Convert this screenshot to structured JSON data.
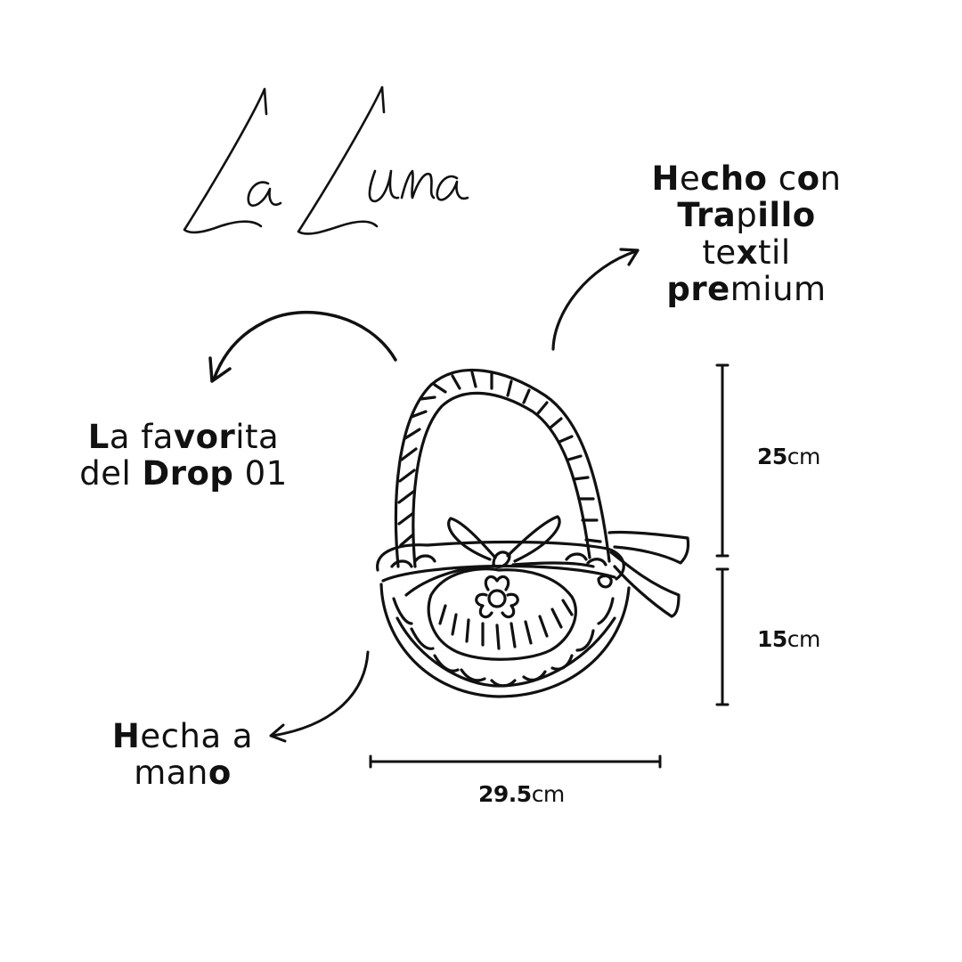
{
  "title": "La Luna",
  "features": {
    "material": {
      "lines": [
        [
          {
            "t": "H",
            "b": true
          },
          {
            "t": "e",
            "b": false
          },
          {
            "t": "cho",
            "b": true
          },
          {
            "t": " c",
            "b": false
          },
          {
            "t": "o",
            "b": true
          },
          {
            "t": "n",
            "b": false
          }
        ],
        [
          {
            "t": "Tra",
            "b": true
          },
          {
            "t": "p",
            "b": false
          },
          {
            "t": "illo",
            "b": true
          }
        ],
        [
          {
            "t": "te",
            "b": false
          },
          {
            "t": "x",
            "b": true
          },
          {
            "t": "til",
            "b": false
          }
        ],
        [
          {
            "t": "pre",
            "b": true
          },
          {
            "t": "mium",
            "b": false
          }
        ]
      ]
    },
    "favorite": {
      "lines": [
        [
          {
            "t": "L",
            "b": true
          },
          {
            "t": "a fa",
            "b": false
          },
          {
            "t": "vor",
            "b": true
          },
          {
            "t": "ita",
            "b": false
          }
        ],
        [
          {
            "t": "del ",
            "b": false
          },
          {
            "t": "Drop",
            "b": true
          },
          {
            "t": " 01",
            "b": false
          }
        ]
      ]
    },
    "handmade": {
      "lines": [
        [
          {
            "t": "H",
            "b": true
          },
          {
            "t": "e",
            "b": false
          },
          {
            "t": "cha a",
            "b": false
          }
        ],
        [
          {
            "t": "man",
            "b": false
          },
          {
            "t": "o",
            "b": true
          }
        ]
      ]
    }
  },
  "dimensions": {
    "height_top": {
      "value": "25",
      "unit": "cm"
    },
    "height_bottom": {
      "value": "15",
      "unit": "cm"
    },
    "width": {
      "value": "29.5",
      "unit": "cm"
    }
  },
  "colors": {
    "ink": "#111111",
    "background": "#ffffff"
  },
  "icons": [
    "curved-arrow-icon",
    "basket-illustration",
    "dimension-line-icon"
  ]
}
